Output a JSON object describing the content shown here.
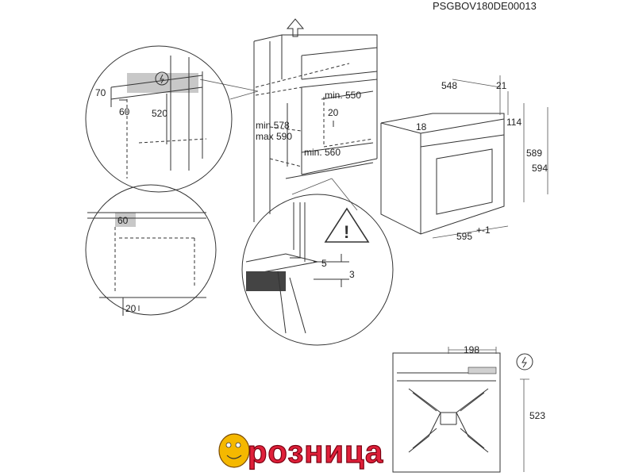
{
  "header": {
    "reference_code": "PSGBOV180DE00013"
  },
  "niche_detail": {
    "dims": [
      "70",
      "60",
      "520"
    ]
  },
  "corner_detail": {
    "dims": [
      "60",
      "20"
    ]
  },
  "cabinet": {
    "dims": [
      "min. 550",
      "20",
      "min 578",
      "max 590",
      "min. 560"
    ]
  },
  "gap_detail": {
    "dims": [
      "5",
      "3"
    ]
  },
  "oven_front": {
    "dims": [
      "548",
      "21",
      "18",
      "114",
      "589",
      "594",
      "595",
      "+-1"
    ]
  },
  "oven_top": {
    "dims": [
      "198",
      "523"
    ]
  },
  "watermark": {
    "text": "розница"
  },
  "colors": {
    "line": "#333333",
    "highlight": "#c8c8c8",
    "logo": "#e0203a",
    "logo_face": "#f5b800"
  }
}
